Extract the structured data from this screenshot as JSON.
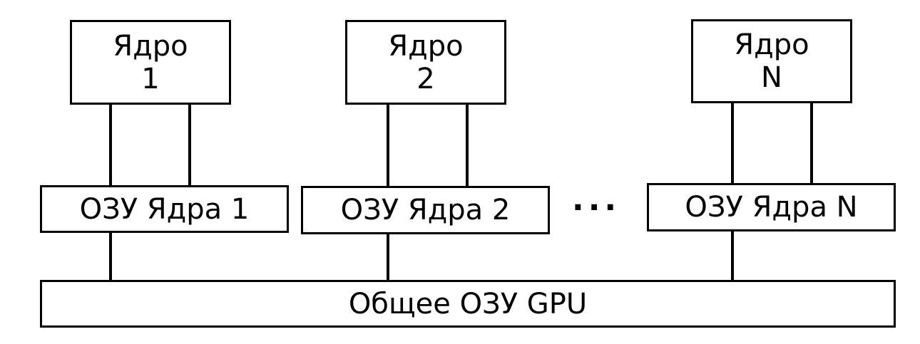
{
  "cores": [
    {
      "title": "Ядро",
      "number": "1"
    },
    {
      "title": "Ядро",
      "number": "2"
    },
    {
      "title": "Ядро",
      "number": "N"
    }
  ],
  "core_memory": [
    {
      "label": "ОЗУ Ядра 1"
    },
    {
      "label": "ОЗУ Ядра 2"
    },
    {
      "label": "ОЗУ Ядра N"
    }
  ],
  "ellipsis": "...",
  "shared_memory": {
    "label": "Общее ОЗУ GPU"
  }
}
